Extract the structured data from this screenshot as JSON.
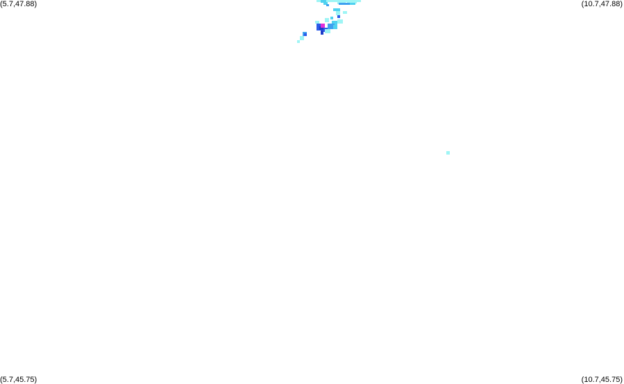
{
  "corners": {
    "top_left": "(5.7,47.88)",
    "top_right": "(10.7,47.88)",
    "bottom_left": "(5.7,45.75)",
    "bottom_right": "(10.7,45.75)"
  },
  "colors": {
    "background": "#ffffff",
    "light_cyan": "#9ef5f5",
    "cyan": "#4fd2f0",
    "sky_blue": "#3ea0f0",
    "blue": "#2a5ae8",
    "dark_blue": "#1c3cc8",
    "magenta": "#e030d8"
  }
}
